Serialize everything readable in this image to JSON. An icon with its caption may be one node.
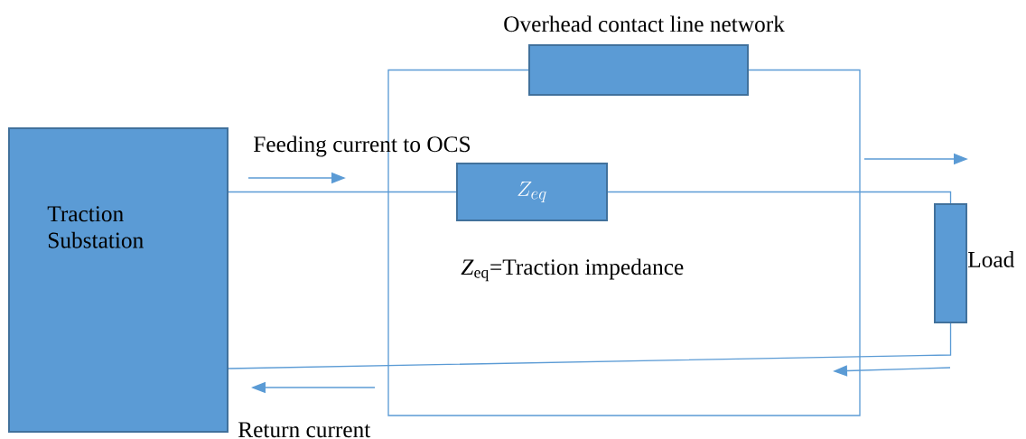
{
  "diagram": {
    "nodes": [
      {
        "text": [
          "Traction Substation"
        ]
      },
      {
        "text": [
          "Overhead contact line network"
        ]
      },
      {
        "text": [
          "Z_{eq}"
        ]
      },
      {
        "text": [
          "Load"
        ]
      }
    ],
    "edges": [
      {
        "from": 0,
        "to": 2,
        "arrow": "none"
      },
      {
        "from": 2,
        "to": 3,
        "arrow": "none"
      },
      {
        "from": 3,
        "to": 0,
        "arrow": "none"
      },
      {
        "from": 1,
        "to": 1,
        "arrow": "none"
      }
    ],
    "labels": [
      "Feeding current to OCS",
      "*Z*$_{eq}$=Traction impedance",
      "Return current"
    ]
  }
}
